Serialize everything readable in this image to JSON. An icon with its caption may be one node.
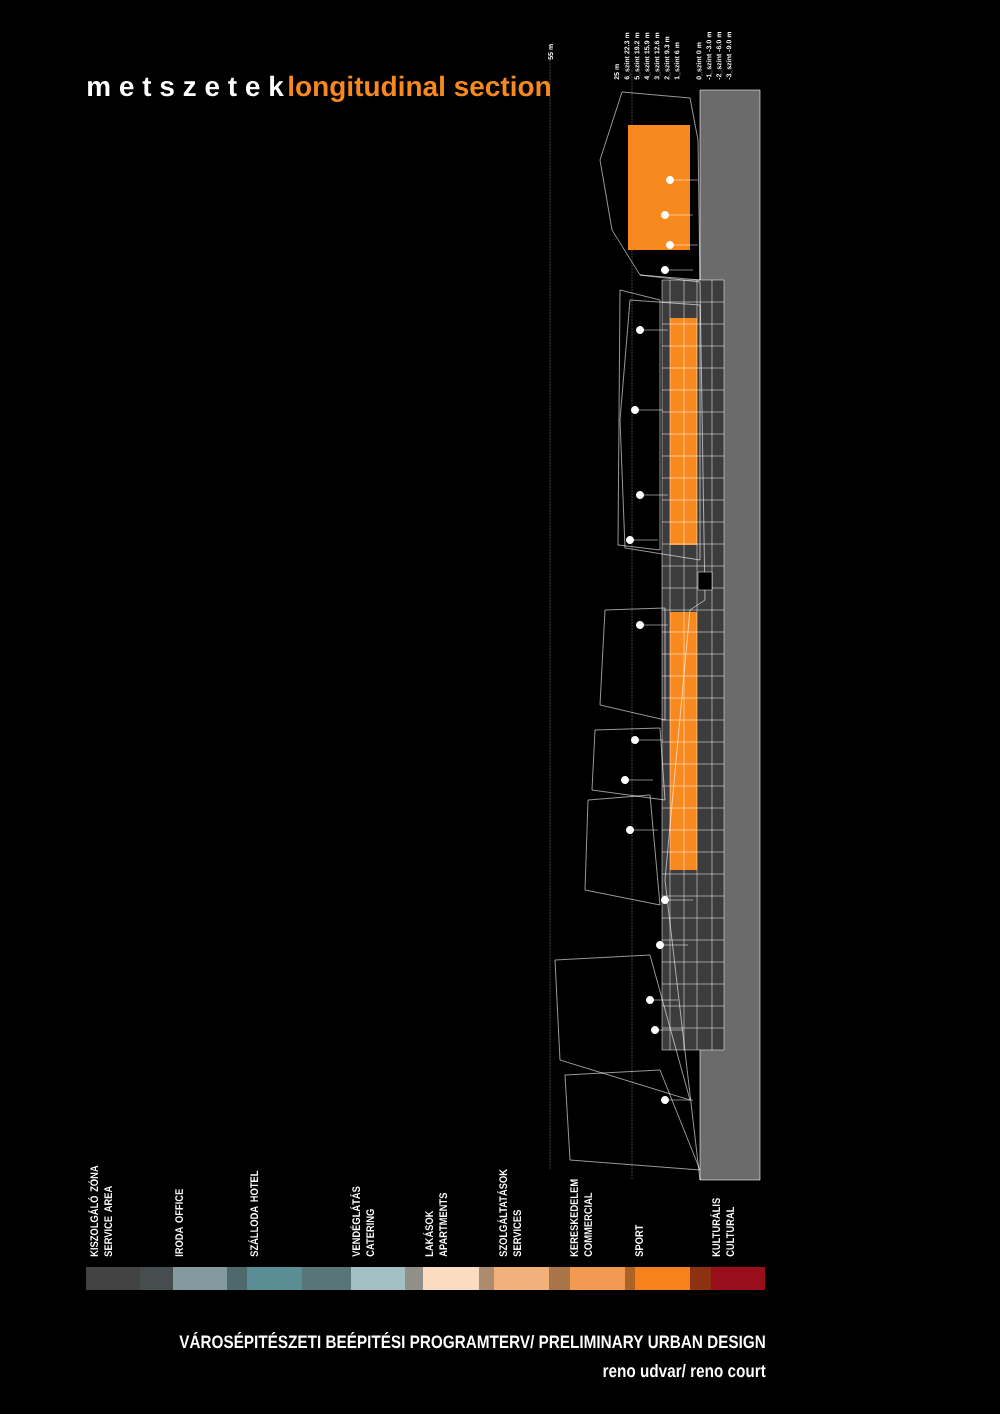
{
  "diagram": {
    "title": "m e t s z e t e k",
    "labels": [
      "longitudinal section",
      "55 m",
      "25 m",
      "6_szint 22.3 m",
      "5_szint 19.2 m",
      "4_szint 15.9 m",
      "3_szint 12.6 m",
      "2_szint 9.3 m",
      "1_szint 6 m",
      "0_szint 0 m",
      "-1_szint -3.0 m",
      "-2_szint -6.0 m",
      "-3_szint -9.0 m",
      "VÁROSÉPITÉSZETI BEÉPITÉSI PROGRAMTERV/ PRELIMINARY URBAN DESIGN",
      "reno udvar/ reno court"
    ],
    "legend": [
      {
        "text": "KISZOLGÁLÓ ZÓNA SERVICE AREA",
        "color": "#434343"
      },
      {
        "text": "IRODA OFFICE",
        "color": "#849a9e"
      },
      {
        "text": "SZÁLLODA HOTEL",
        "color": "#5a8e94"
      },
      {
        "text": "VENDÉGLÁTÁS CATERING",
        "color": "#a2bfc4"
      },
      {
        "text": "LAKÁSOK APARTMENTS",
        "color": "#fcdcc0"
      },
      {
        "text": "SZOLGÁLTATÁSOK SERVICES",
        "color": "#f2b07a"
      },
      {
        "text": "KERESKEDELEM COMMERCIAL",
        "color": "#f29a52"
      },
      {
        "text": "SPORT",
        "color": "#f7821b"
      },
      {
        "text": "KULTURÁLIS CULTURAL",
        "color": "#9a0e1c"
      }
    ]
  }
}
